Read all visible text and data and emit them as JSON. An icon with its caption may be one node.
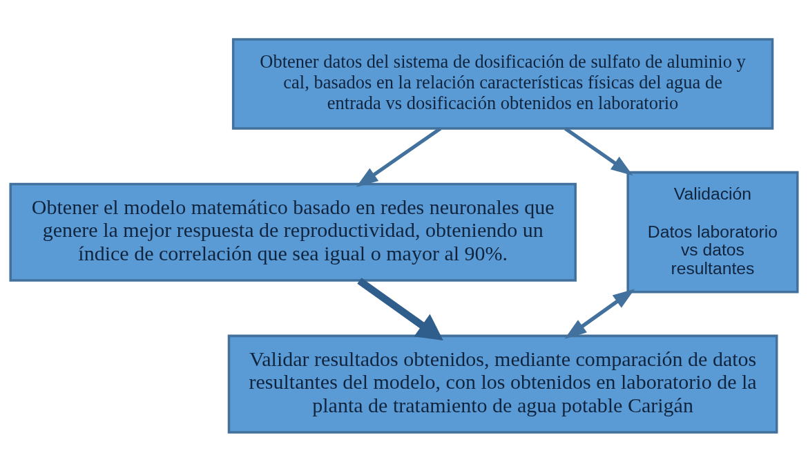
{
  "diagram": {
    "nodes": [
      {
        "text": [
          "Obtener datos del sistema de dosificación de sulfato de aluminio y cal, basados en la relación características físicas del agua de entrada vs dosificación obtenidos en laboratorio"
        ]
      },
      {
        "text": [
          "Obtener el modelo matemático basado en redes neuronales que genere la mejor respuesta de reproductividad, obteniendo un índice de correlación que sea igual o mayor al 90%."
        ]
      },
      {
        "text": [
          "Validar resultados obtenidos, mediante comparación de datos resultantes del modelo, con los obtenidos en laboratorio de la planta de tratamiento de agua potable Carigán"
        ]
      },
      {
        "text": [
          "Validación",
          "Datos laboratorio vs datos resultantes"
        ]
      }
    ],
    "edges": [
      {
        "from": 0,
        "to": 1,
        "arrow": "to"
      },
      {
        "from": 1,
        "to": 2,
        "arrow": "to",
        "style": "thick",
        "color": "#2f5d8c"
      },
      {
        "from": 0,
        "to": 3,
        "arrow": "to"
      },
      {
        "from": 3,
        "to": 2,
        "arrow": "both"
      }
    ]
  }
}
